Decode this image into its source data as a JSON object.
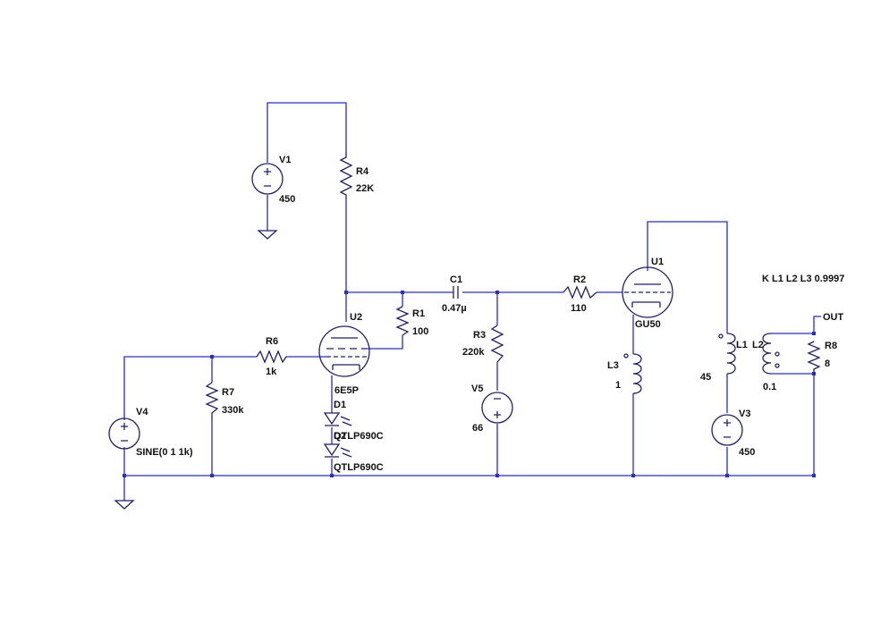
{
  "colors": {
    "wire": "#2a2ad6",
    "component": "#1f1f6e",
    "text": "#111111"
  },
  "coupling": "K L1 L2 L3 0.9997",
  "net_label": "OUT",
  "components": {
    "V1": {
      "name": "V1",
      "value": "450"
    },
    "V3": {
      "name": "V3",
      "value": "450"
    },
    "V4": {
      "name": "V4",
      "value": "SINE(0 1 1k)"
    },
    "V5": {
      "name": "V5",
      "value": "66"
    },
    "R1": {
      "name": "R1",
      "value": "100"
    },
    "R2": {
      "name": "R2",
      "value": "110"
    },
    "R3": {
      "name": "R3",
      "value": "220k"
    },
    "R4": {
      "name": "R4",
      "value": "22K"
    },
    "R6": {
      "name": "R6",
      "value": "1k"
    },
    "R7": {
      "name": "R7",
      "value": "330k"
    },
    "R8": {
      "name": "R8",
      "value": "8"
    },
    "C1": {
      "name": "C1",
      "value": "0.47µ"
    },
    "L1": {
      "name": "L1",
      "value": "45"
    },
    "L2": {
      "name": "L2",
      "value": "0.1"
    },
    "L3": {
      "name": "L3",
      "value": "1"
    },
    "U1": {
      "name": "U1",
      "value": "GU50"
    },
    "U2": {
      "name": "U2",
      "value": "6E5P"
    },
    "D1": {
      "name": "D1",
      "value": "QTLP690C"
    },
    "D2": {
      "name": "D2",
      "value": "QTLP690C"
    }
  }
}
